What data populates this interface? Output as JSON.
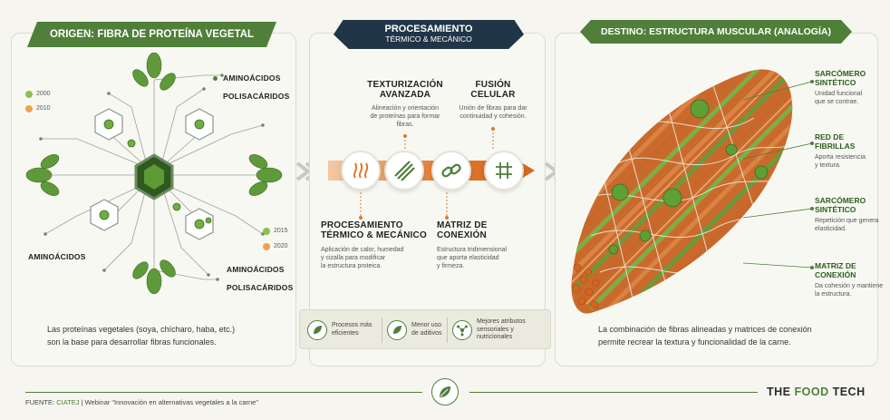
{
  "origin": {
    "title": "ORIGEN: FIBRA DE PROTEÍNA VEGETAL",
    "labels": {
      "top_right_1": "AMINOÁCIDOS",
      "top_right_2": "POLISACÁRIDOS",
      "bottom_left": "AMINOÁCIDOS",
      "bottom_right_1": "AMINOÁCIDOS",
      "bottom_right_2": "POLISACÁRIDOS"
    },
    "legend_left": [
      "2000",
      "2010"
    ],
    "legend_right": [
      "2015",
      "2020"
    ],
    "caption_line1": "Las proteínas vegetales (soya, chícharo, haba, etc.)",
    "caption_line2": "son la base para desarrollar fibras funcionales."
  },
  "process": {
    "title_line1": "PROCESAMIENTO",
    "title_line2": "TÉRMICO & MECÁNICO",
    "top_steps": [
      {
        "title1": "TEXTURIZACIÓN",
        "title2": "AVANZADA",
        "desc1": "Alineación y orientación",
        "desc2": "de proteínas para formar",
        "desc3": "fibras."
      },
      {
        "title1": "FUSIÓN",
        "title2": "CELULAR",
        "desc1": "Unión de fibras para dar",
        "desc2": "continuidad y cohesión.",
        "desc3": ""
      }
    ],
    "bottom_steps": [
      {
        "title1": "PROCESAMIENTO",
        "title2": "TÉRMICO & MECÁNICO",
        "desc1": "Aplicación de calor, humedad",
        "desc2": "y cizalla para modificar",
        "desc3": "la estructura proteica."
      },
      {
        "title1": "MATRIZ DE",
        "title2": "CONEXIÓN",
        "desc1": "Estructura tridimensional",
        "desc2": "que aporta elasticidad",
        "desc3": "y firmeza."
      }
    ],
    "benefits": [
      {
        "line1": "Procesos más",
        "line2": "eficientes",
        "icon": "leaf-icon"
      },
      {
        "line1": "Menor uso",
        "line2": "de aditivos",
        "icon": "leaf-icon"
      },
      {
        "line1": "Mejores atributos",
        "line2": "sensoriales y nutricionales",
        "icon": "molecule-icon"
      }
    ]
  },
  "destination": {
    "title": "DESTINO: ESTRUCTURA MUSCULAR (ANALOGÍA)",
    "annotations": [
      {
        "title1": "SARCÓMERO",
        "title2": "SINTÉTICO",
        "desc1": "Unidad funcional",
        "desc2": "que se contrae."
      },
      {
        "title1": "RED DE",
        "title2": "FIBRILLAS",
        "desc1": "Aporta resistencia",
        "desc2": "y textura."
      },
      {
        "title1": "SARCÓMERO",
        "title2": "SINTÉTICO",
        "desc1": "Repetición que genera",
        "desc2": "elasticidad."
      },
      {
        "title1": "MATRIZ DE",
        "title2": "CONEXIÓN",
        "desc1": "Da cohesión y mantiene",
        "desc2": "la estructura."
      }
    ],
    "caption_line1": "La combinación de fibras alineadas y matrices de conexión",
    "caption_line2": "permite recrear la textura y funcionalidad de la carne."
  },
  "footer": {
    "source_label": "FUENTE:",
    "source_org": "CIATEJ",
    "separator": "|",
    "source_text": "Webinar “Innovación en alternativas vegetales a la carne”",
    "brand_the": "THE",
    "brand_food": "FOOD",
    "brand_tech": "TECH"
  },
  "colors": {
    "green": "#4f7f39",
    "navy": "#203547",
    "orange": "#e0782e",
    "light_green": "#8cc152"
  }
}
